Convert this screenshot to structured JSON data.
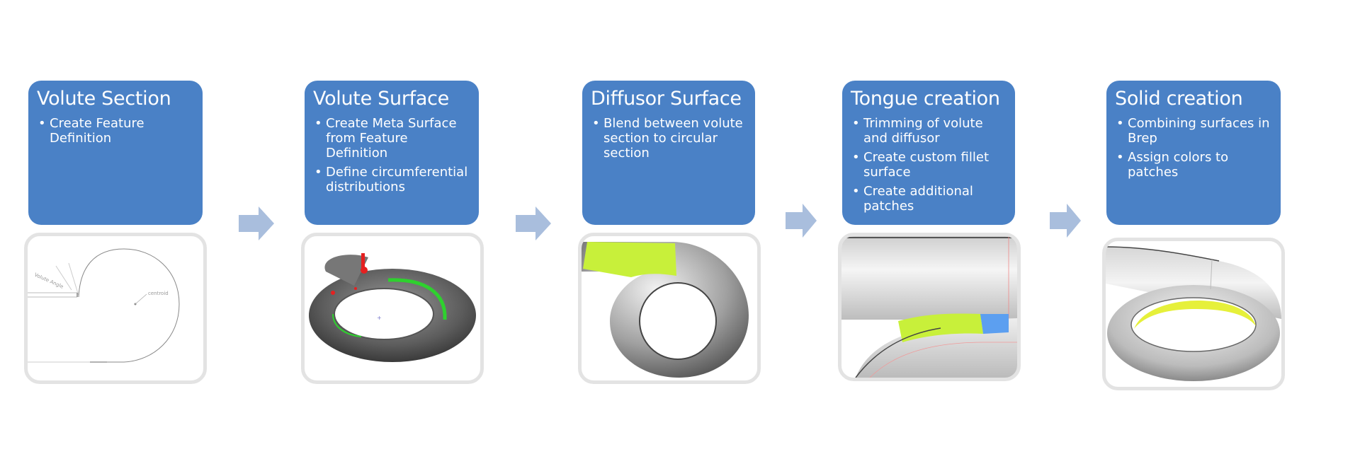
{
  "steps": [
    {
      "title": "Volute Section",
      "bullets": [
        "Create Feature Definition"
      ],
      "image": "volute-section-sketch",
      "labels": [
        "Volute Angle",
        "centroid"
      ]
    },
    {
      "title": "Volute Surface",
      "bullets": [
        "Create Meta Surface from Feature Definition",
        "Define circumferential distributions"
      ],
      "image": "volute-torus-render"
    },
    {
      "title": "Diffusor Surface",
      "bullets": [
        "Blend between volute section to circular section"
      ],
      "image": "diffusor-blend-render"
    },
    {
      "title": "Tongue creation",
      "bullets": [
        "Trimming of volute and diffusor",
        "Create custom fillet surface",
        "Create additional patches"
      ],
      "image": "tongue-closeup-render"
    },
    {
      "title": "Solid creation",
      "bullets": [
        "Combining surfaces in Brep",
        "Assign colors to patches"
      ],
      "image": "solid-volute-render"
    }
  ],
  "icons": {
    "connector": "right-arrow-icon"
  },
  "colors": {
    "box": "#4a81c6",
    "arrow": "#a9bedd",
    "frame": "#e3e3e3",
    "highlight": "#c8f03a"
  }
}
